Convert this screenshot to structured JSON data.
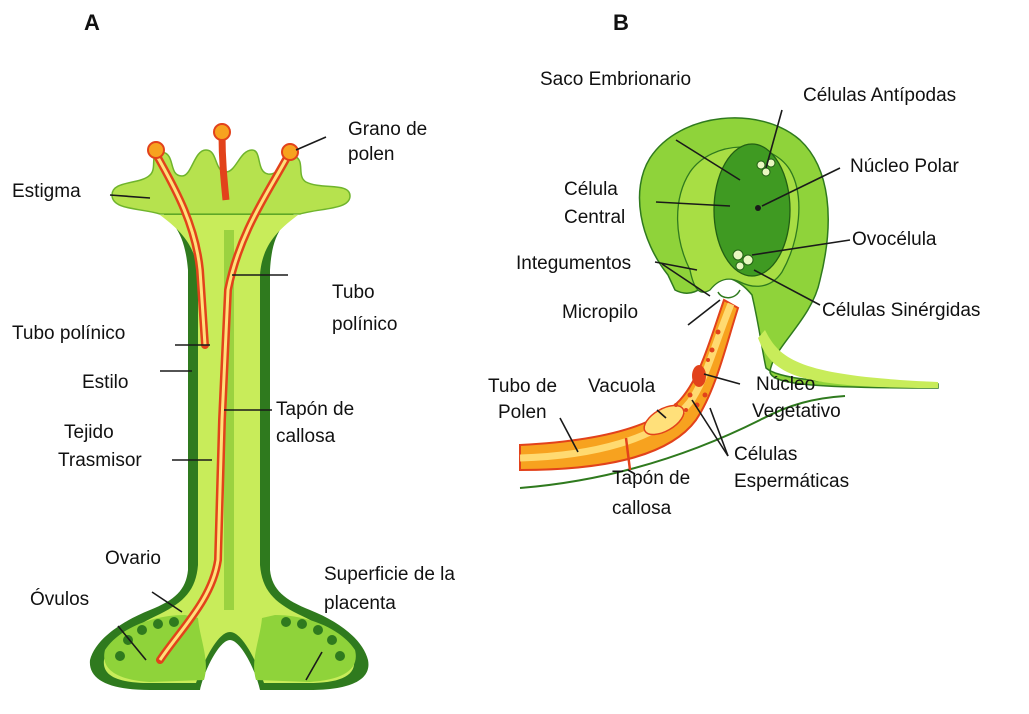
{
  "panels": {
    "a": "A",
    "b": "B"
  },
  "a_labels": {
    "grano": [
      "Grano de",
      "polen"
    ],
    "estigma": "Estigma",
    "tubo_pol_right": [
      "Tubo",
      "polínico"
    ],
    "tubo_pol_left": "Tubo polínico",
    "estilo": "Estilo",
    "tapon": [
      "Tapón de",
      "callosa"
    ],
    "tejido": [
      "Tejido",
      "Trasmisor"
    ],
    "ovario": "Ovario",
    "ovulos": "Óvulos",
    "superficie": [
      "Superficie de la",
      "placenta"
    ]
  },
  "b_labels": {
    "saco": "Saco Embrionario",
    "antipodas": "Células Antípodas",
    "nucleo_polar": "Núcleo Polar",
    "celula_central": [
      "Célula",
      "Central"
    ],
    "ovocelula": "Ovocélula",
    "integumentos": "Integumentos",
    "micropilo": "Micropilo",
    "sinergidas": "Células Sinérgidas",
    "tubo_polen": [
      "Tubo de",
      "Polen"
    ],
    "vacuola": "Vacuola",
    "nucleo_veg": [
      "Núcleo",
      "Vegetativo"
    ],
    "espermaticas": [
      "Células",
      "Espermáticas"
    ],
    "tapon": [
      "Tapón de",
      "callosa"
    ]
  },
  "colors": {
    "tissue_light": "#c8ec5a",
    "tissue_mid": "#8fd33a",
    "tissue_dark": "#2f7a1e",
    "tube_fill": "#f7a21f",
    "tube_edge": "#e2421b",
    "core": "#ffe07a"
  }
}
